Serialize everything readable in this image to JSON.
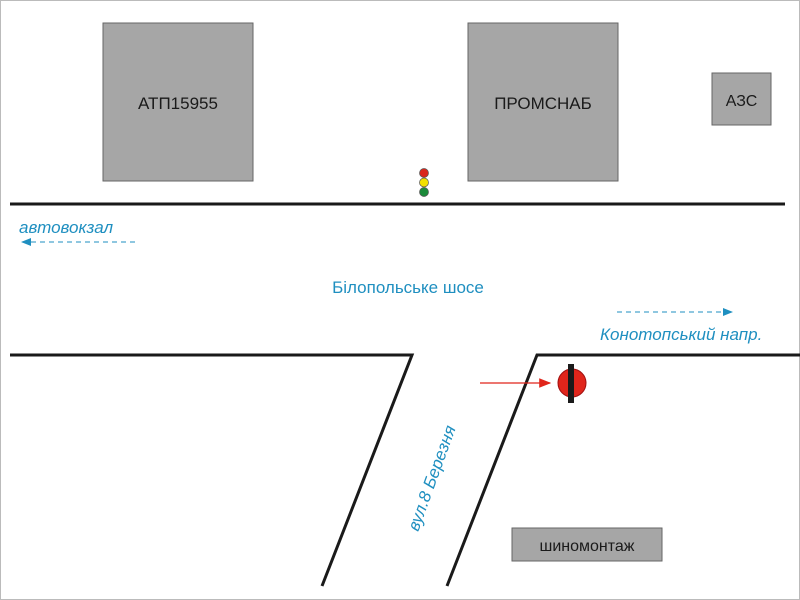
{
  "buildings": [
    {
      "id": "atp",
      "label": "АТП15955"
    },
    {
      "id": "promsnab",
      "label": "ПРОМСНАБ"
    },
    {
      "id": "azs",
      "label": "АЗС"
    },
    {
      "id": "tire",
      "label": "шиномонтаж"
    }
  ],
  "directions": {
    "left": "автовокзал",
    "right": "Конотопський напр."
  },
  "roads": {
    "main": "Білопольське шосе",
    "side": "вул.8 Березня"
  },
  "colors": {
    "building": "#a6a6a6",
    "road_line": "#1a1a1a",
    "label_blue": "#1f8fc0",
    "marker_red": "#e0251b",
    "light_red": "#d9261c",
    "light_yellow": "#f2e000",
    "light_green": "#1b8a3a"
  }
}
